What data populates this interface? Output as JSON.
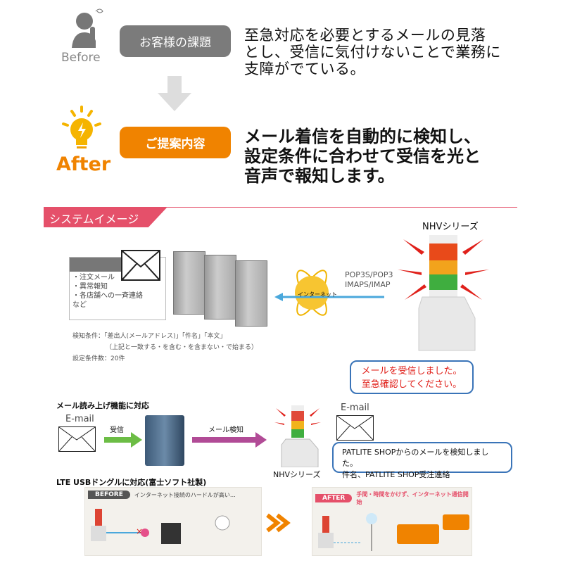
{
  "before": {
    "label": "Before",
    "pill": "お客様の課題",
    "text": [
      "至急対応を必要とするメールの見落",
      "とし、受信に気付けないことで業務に",
      "支障がでている。"
    ]
  },
  "after": {
    "label": "After",
    "pill": "ご提案内容",
    "text": [
      "メール着信を自動的に検知し、",
      "設定条件に合わせて受信を光と",
      "音声で報知します。"
    ]
  },
  "section": {
    "title": "システムイメージ"
  },
  "system": {
    "mail_items": [
      "・注文メール",
      "・異常報知",
      "・各店舗への一斉連絡",
      "など"
    ],
    "condition": "検知条件：「差出人(メールアドレス)」「件名」「本文」",
    "condition_sub": "（上記と一致する・を含む・を含まない・で始まる）",
    "count": "設定条件数：20件",
    "internet": "インターネット",
    "protocols": [
      "POP3S/POP3",
      "IMAPS/IMAP"
    ],
    "product": "NHVシリーズ",
    "bubble": [
      "メールを受信しました。",
      "至急確認してください。"
    ]
  },
  "readout": {
    "title": "メール読み上げ機能に対応",
    "email": "E-mail",
    "receive": "受信",
    "detect": "メール検知",
    "product": "NHVシリーズ",
    "email2": "E-mail",
    "bubble": [
      "PATLITE SHOPからのメールを検知しました。",
      "件名、PATLITE SHOP受注連絡"
    ]
  },
  "lte": {
    "title": "LTE USBドングルに対応(富士ソフト社製)",
    "before_tag": "BEFORE",
    "before_caption": "インターネット接続のハードルが高い…",
    "after_tag": "AFTER",
    "after_caption": "手間・時間をかけず、インターネット通信開始"
  },
  "colors": {
    "gray": "#808080",
    "orange": "#f08300",
    "pink": "#e5506a",
    "blue": "#3a74b8",
    "red": "#e0201a"
  }
}
